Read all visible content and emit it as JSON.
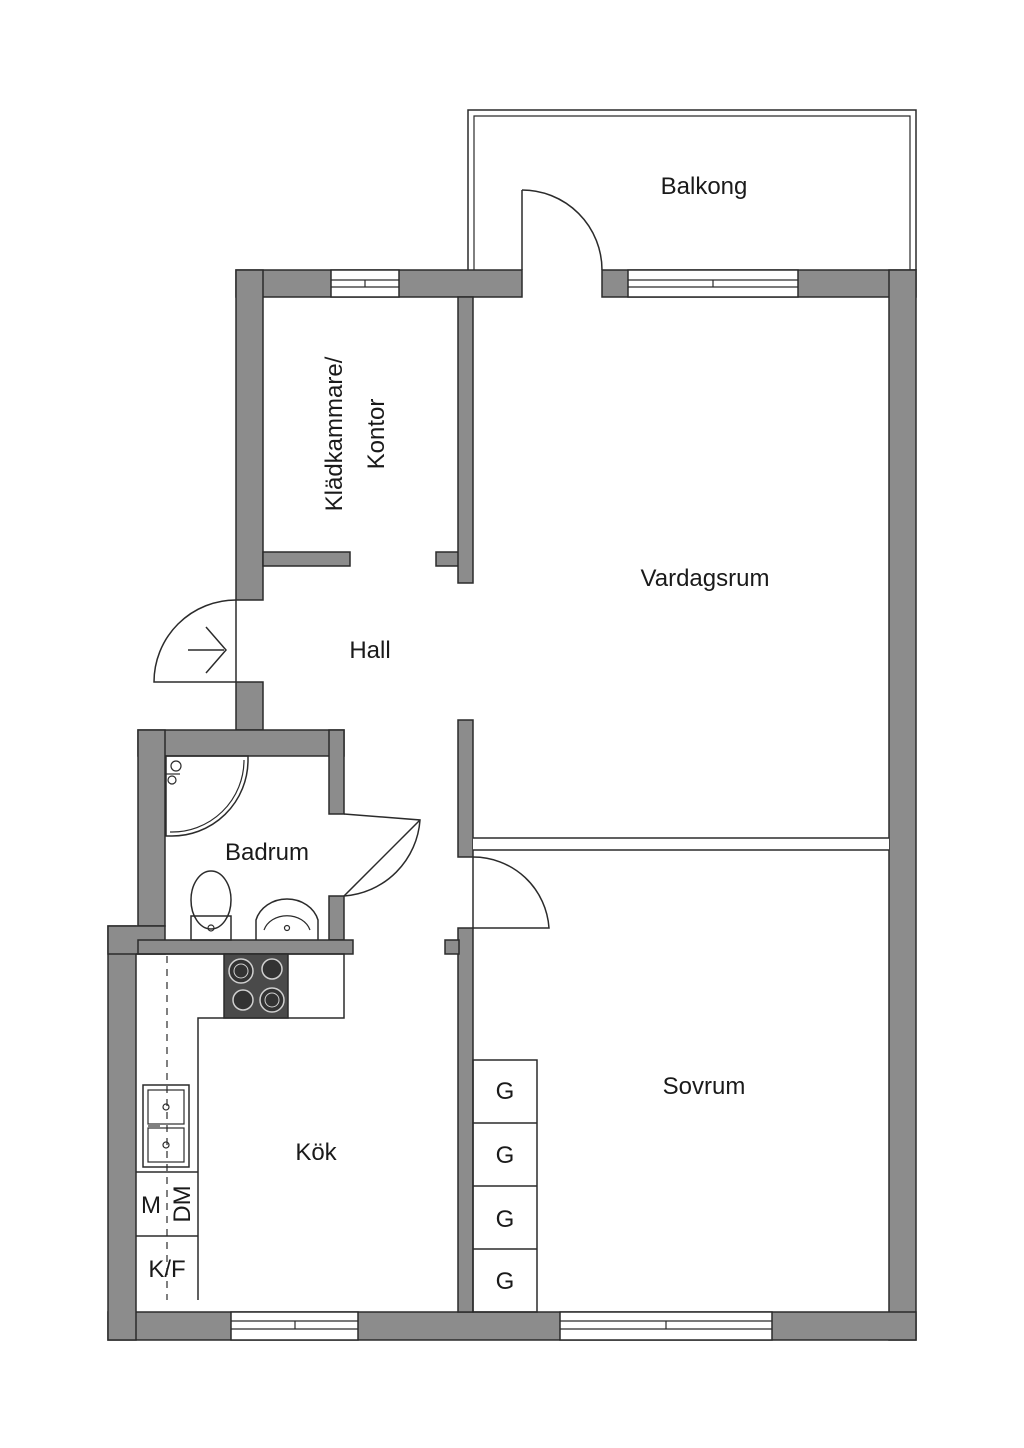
{
  "rooms": {
    "balkong": "Balkong",
    "kladkammare_line1": "Klädkammare/",
    "kladkammare_line2": "Kontor",
    "vardagsrum": "Vardagsrum",
    "hall": "Hall",
    "badrum": "Badrum",
    "sovrum": "Sovrum",
    "kok": "Kök"
  },
  "closets": [
    "G",
    "G",
    "G",
    "G"
  ],
  "kitchen_units": {
    "m": "M",
    "dm": "DM",
    "kf": "K/F"
  },
  "colors": {
    "wall": "#8c8c8c",
    "line": "#2b2b2b",
    "stove": "#4a4a4a"
  }
}
